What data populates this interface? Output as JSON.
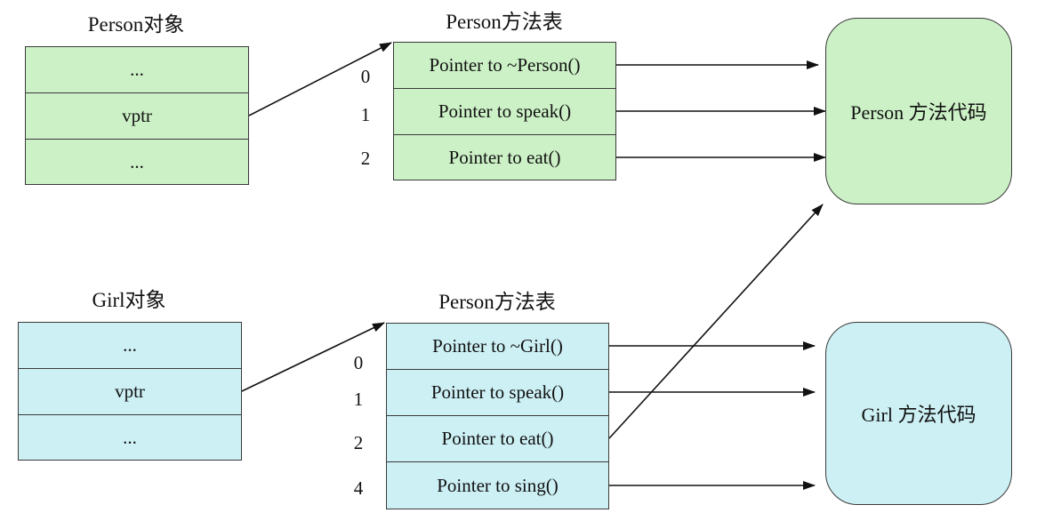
{
  "person_object": {
    "title": "Person对象",
    "fields": [
      "...",
      "vptr",
      "..."
    ]
  },
  "person_table": {
    "title": "Person方法表",
    "indices": [
      "0",
      "1",
      "2"
    ],
    "entries": [
      "Pointer to ~Person()",
      "Pointer to speak()",
      "Pointer to eat()"
    ]
  },
  "girl_object": {
    "title": "Girl对象",
    "fields": [
      "...",
      "vptr",
      "..."
    ]
  },
  "girl_table": {
    "title": "Person方法表",
    "indices": [
      "0",
      "1",
      "2",
      "4"
    ],
    "entries": [
      "Pointer to ~Girl()",
      "Pointer to speak()",
      "Pointer to eat()",
      "Pointer to sing()"
    ]
  },
  "person_code": {
    "label": "Person 方法代码"
  },
  "girl_code": {
    "label": "Girl 方法代码"
  },
  "colors": {
    "person_fill": "#ccf1c6",
    "girl_fill": "#cdf0f5",
    "stroke": "#3a3a3a"
  }
}
